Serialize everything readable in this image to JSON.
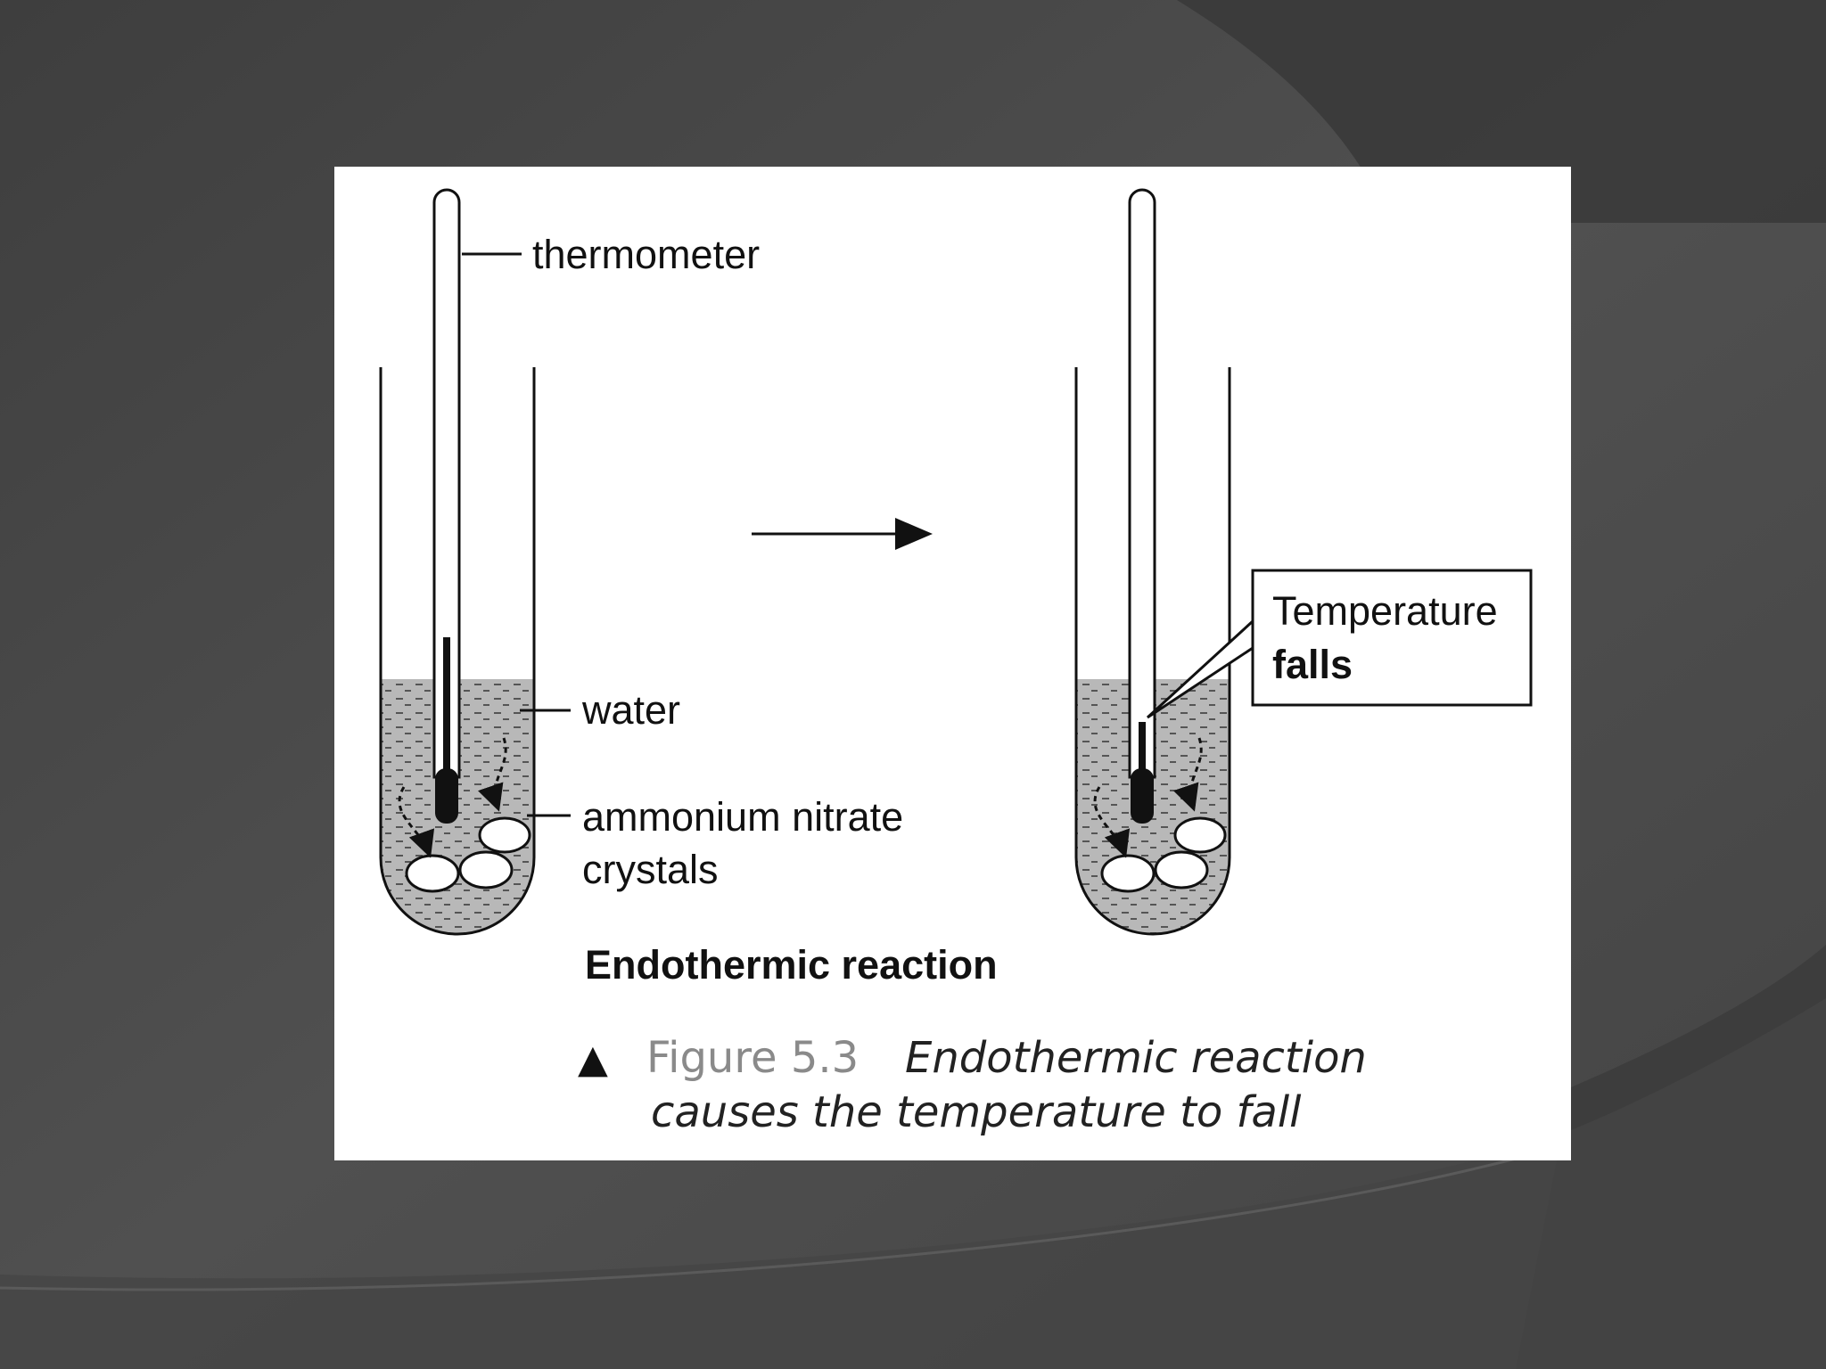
{
  "figure": {
    "labels": {
      "thermometer": "thermometer",
      "water": "water",
      "crystals_line1": "ammonium nitrate",
      "crystals_line2": "crystals"
    },
    "callout": {
      "line1": "Temperature",
      "line2": "falls"
    },
    "heading": "Endothermic reaction",
    "caption": {
      "marker": "▲",
      "figure_label": "Figure 5.3",
      "text_line1": "Endothermic reaction",
      "text_line2": "causes the temperature to fall"
    }
  },
  "colors": {
    "slide_background": "#4a4a4a",
    "panel": "#ffffff",
    "ink": "#111111",
    "water_fill": "#b8b8b8",
    "figure_label_color": "#8a8a8a"
  }
}
